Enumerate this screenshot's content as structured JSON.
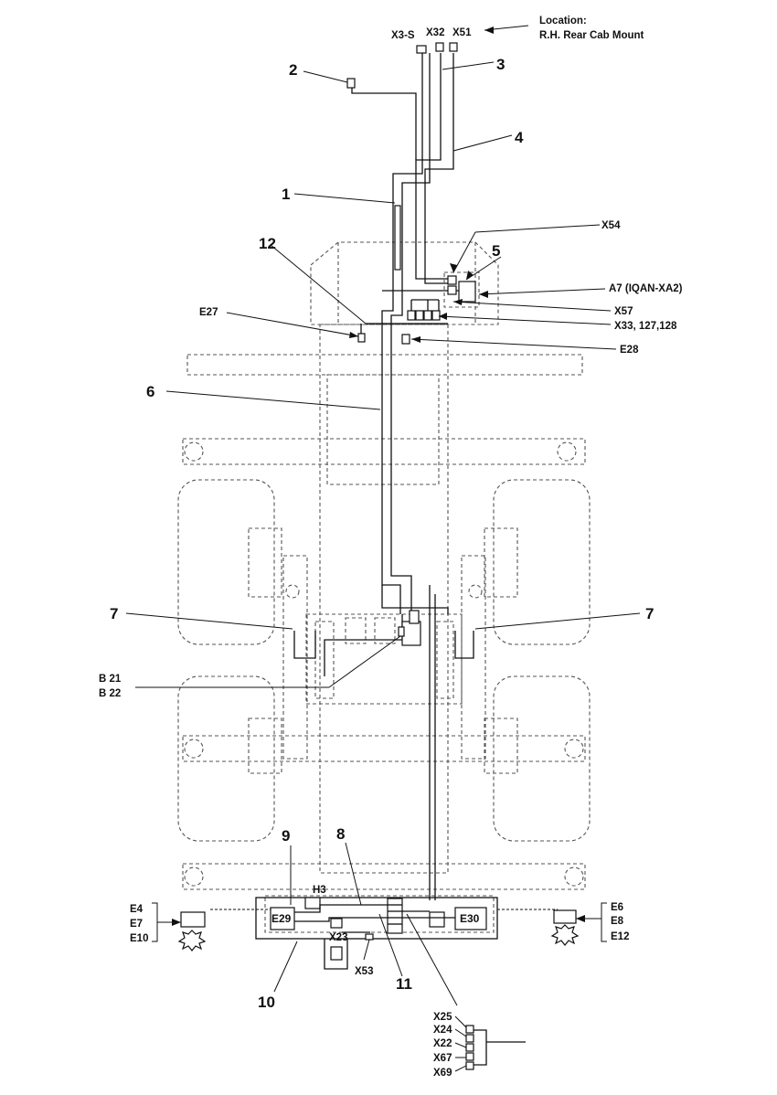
{
  "location_title": "Location:",
  "location_value": "R.H. Rear Cab Mount",
  "connectors_top": [
    "X3-S",
    "X32",
    "X51"
  ],
  "callouts": {
    "c1": "1",
    "c2": "2",
    "c3": "3",
    "c4": "4",
    "c5": "5",
    "c6": "6",
    "c7": "7",
    "c8": "8",
    "c9": "9",
    "c10": "10",
    "c11": "11",
    "c12": "12"
  },
  "labels": {
    "x54": "X54",
    "a7": "A7 (IQAN-XA2)",
    "x57": "X57",
    "x33": "X33, 127,128",
    "e27": "E27",
    "e28": "E28",
    "b21": "B 21",
    "b22": "B 22",
    "h3": "H3",
    "e29": "E29",
    "e30": "E30",
    "x23": "X23",
    "x53": "X53"
  },
  "left_lights": [
    "E4",
    "E7",
    "E10"
  ],
  "right_lights": [
    "E6",
    "E8",
    "E12"
  ],
  "bottom_connectors": [
    "X25",
    "X24",
    "X22",
    "X67",
    "X69"
  ]
}
